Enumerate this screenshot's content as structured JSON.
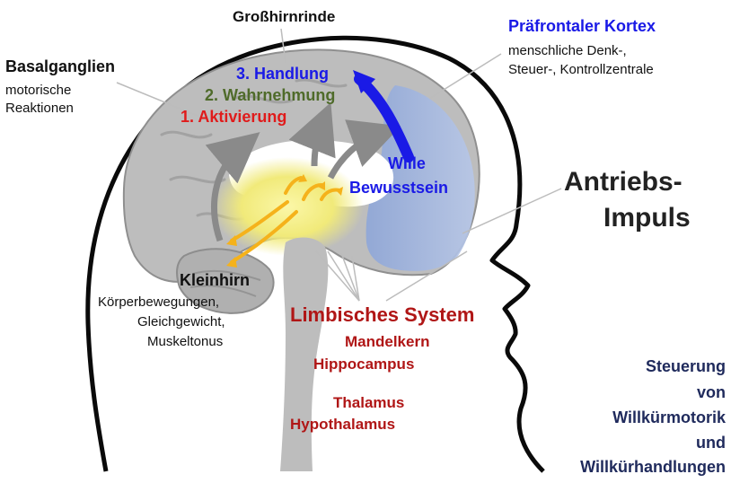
{
  "labels": {
    "cortex": "Großhirnrinde",
    "basal_title": "Basalganglien",
    "basal_desc1": "motorische",
    "basal_desc2": "Reaktionen",
    "pfc_title": "Präfrontaler Kortex",
    "pfc_desc1": "menschliche Denk-,",
    "pfc_desc2": "Steuer-, Kontrollzentrale",
    "step3": "3. Handlung",
    "step2": "2. Wahrnehmung",
    "step1": "1. Aktivierung",
    "wille": "Wille",
    "bewusstsein": "Bewusstsein",
    "antrieb1": "Antriebs-",
    "antrieb2": "Impuls",
    "kleinhirn_title": "Kleinhirn",
    "kleinhirn_desc1": "Körperbewegungen,",
    "kleinhirn_desc2": "Gleichgewicht,",
    "kleinhirn_desc3": "Muskeltonus",
    "limbic_title": "Limbisches System",
    "limbic_1": "Mandelkern",
    "limbic_2": "Hippocampus",
    "limbic_3": "Thalamus",
    "limbic_4": "Hypothalamus",
    "steer_1": "Steuerung",
    "steer_2": "von",
    "steer_3": "Willkürmotorik",
    "steer_4": "und",
    "steer_5": "Willkürhandlungen"
  },
  "colors": {
    "step3": "#1a1ae6",
    "step2": "#4f6b2a",
    "step1": "#e01b1b",
    "wille": "#1a1ae6",
    "pfc_title": "#1a1ae6",
    "limbic": "#b01616",
    "steer": "#1f2a5c",
    "brain": "#b9b9b9",
    "pfc_region": "#9fb3dd",
    "glow": "#f4ee8a",
    "arrow_orange": "#f5b21b"
  }
}
